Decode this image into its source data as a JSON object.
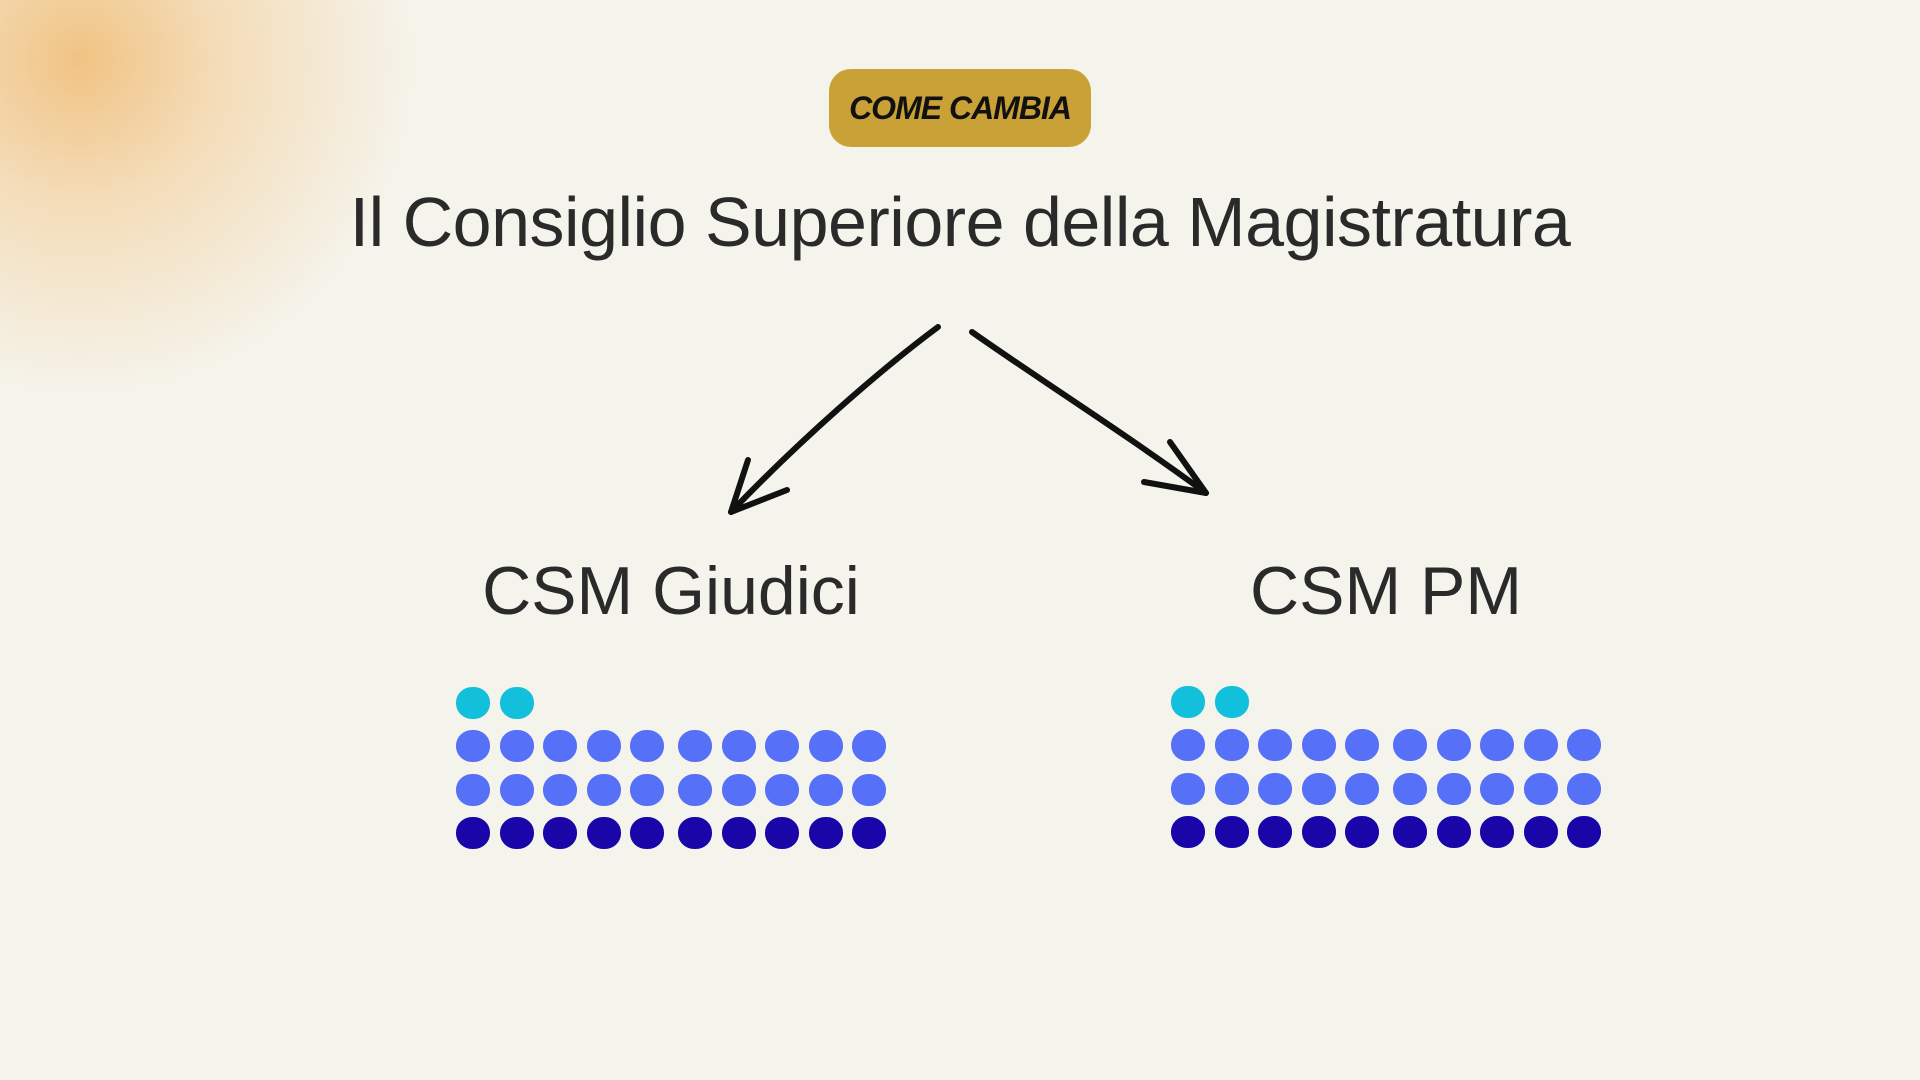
{
  "badge": "COME CAMBIA",
  "title": "Il Consiglio Superiore della Magistratura",
  "groups": [
    {
      "label": "CSM Giudici",
      "rows": [
        2,
        10,
        10,
        10
      ]
    },
    {
      "label": "CSM PM",
      "rows": [
        2,
        10,
        10,
        10
      ]
    }
  ],
  "colors": {
    "row_colors": [
      "#12c0dc",
      "#5671f7",
      "#5671f7",
      "#1a05a8"
    ],
    "badge": "#c9a136",
    "background": "#f5f4ec"
  }
}
